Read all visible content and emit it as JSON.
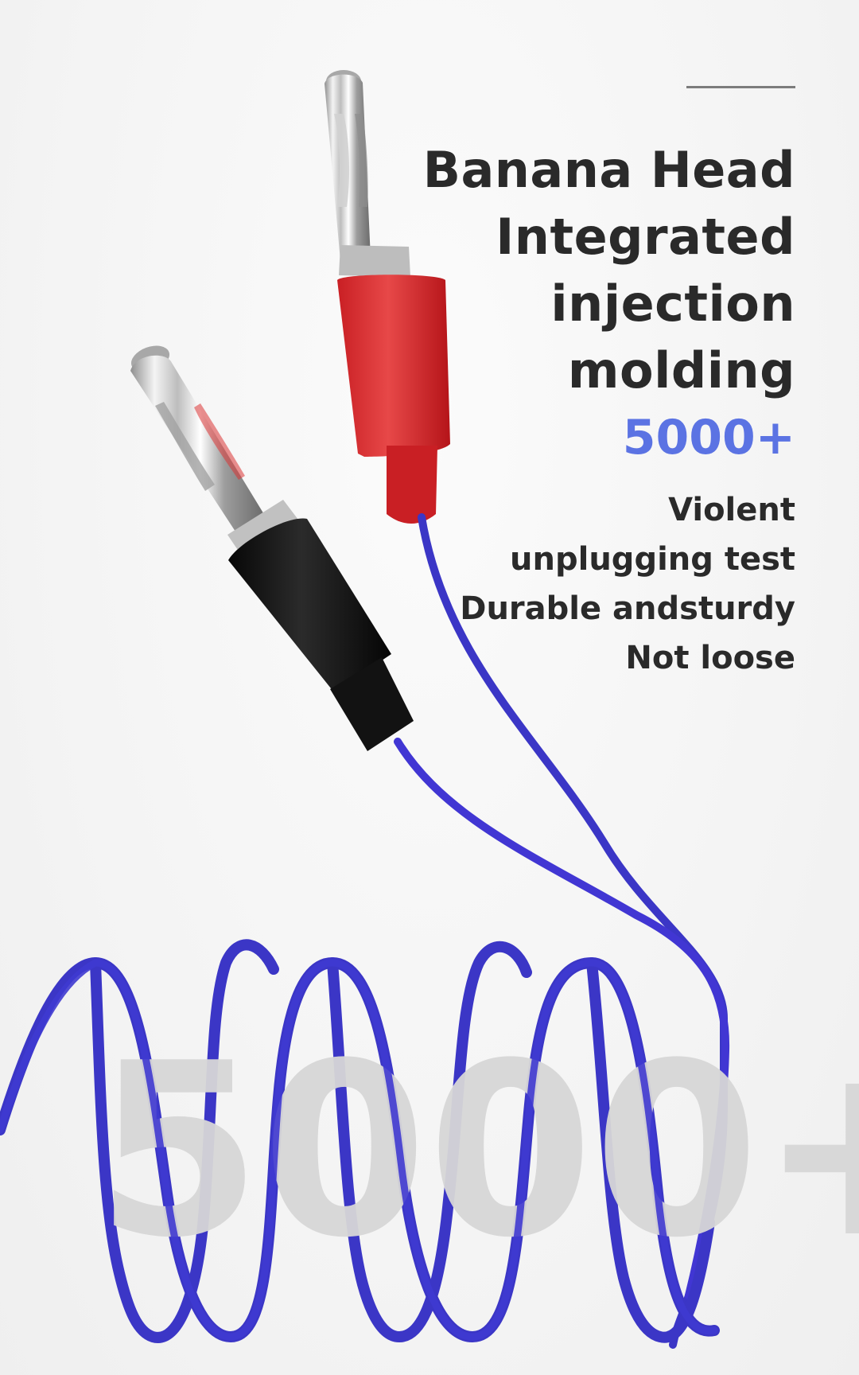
{
  "hero": {
    "headline_lines": [
      "Banana Head",
      "Integrated",
      "injection",
      "molding"
    ],
    "highlight": "5000+",
    "feature_lines": [
      "Violent",
      "unplugging test",
      "Durable andsturdy",
      "Not loose"
    ]
  },
  "background_number": "5000+",
  "colors": {
    "text": "#2a2a2a",
    "accent": "#5b73e3",
    "cable": "#3b36c6",
    "red_sleeve": "#d92b2b",
    "black_sleeve": "#141414",
    "big_number": "#d7d7d7"
  },
  "icons": {
    "red_plug": "banana-plug-icon",
    "black_plug": "banana-plug-icon"
  }
}
